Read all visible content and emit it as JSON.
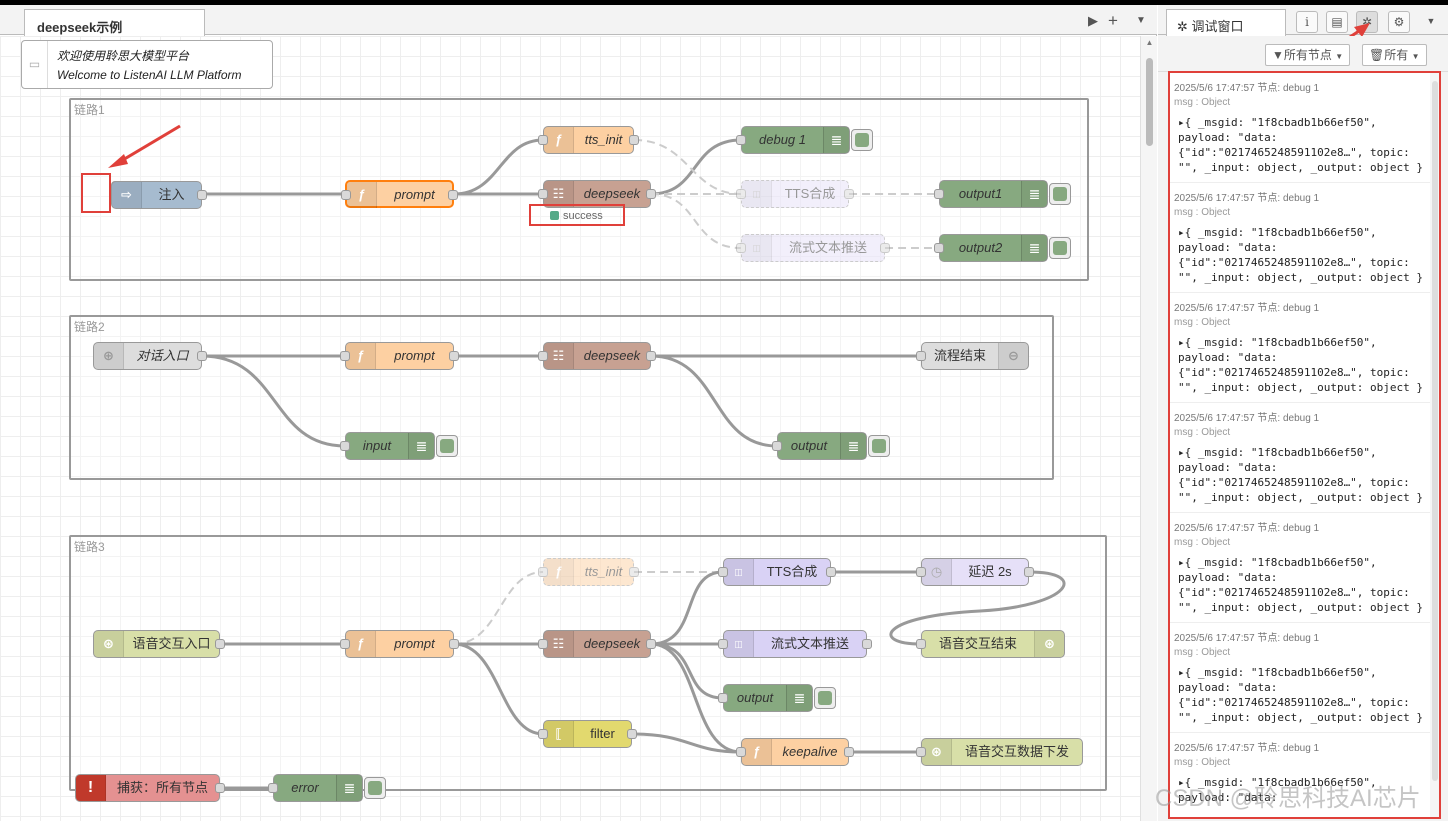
{
  "workspace": {
    "tab_title": "deepseek示例",
    "comment": {
      "line1": "欢迎使用聆思大模型平台",
      "line2": "Welcome to ListenAI LLM Platform"
    },
    "groups": [
      {
        "label": "链路1"
      },
      {
        "label": "链路2"
      },
      {
        "label": "链路3"
      }
    ],
    "nodes": {
      "g1_inject": "注入",
      "g1_prompt": "prompt",
      "g1_tts_init": "tts_init",
      "g1_deepseek": "deepseek",
      "g1_debug1": "debug 1",
      "g1_tts": "TTS合成",
      "g1_stream": "流式文本推送",
      "g1_output1": "output1",
      "g1_output2": "output2",
      "g1_status": "success",
      "g2_entry": "对话入口",
      "g2_prompt": "prompt",
      "g2_deepseek": "deepseek",
      "g2_end": "流程结束",
      "g2_input": "input",
      "g2_output": "output",
      "g3_entry": "语音交互入口",
      "g3_prompt": "prompt",
      "g3_tts_init": "tts_init",
      "g3_tts": "TTS合成",
      "g3_delay": "延迟 2s",
      "g3_deepseek": "deepseek",
      "g3_stream": "流式文本推送",
      "g3_voice_end": "语音交互结束",
      "g3_output": "output",
      "g3_filter": "filter",
      "g3_keepalive": "keepalive",
      "g3_voice_data": "语音交互数据下发",
      "catch": "捕获：所有节点",
      "error": "error"
    }
  },
  "sidebar": {
    "tab_label": "调试窗口",
    "filter_nodes": "所有节点",
    "clear_all": "所有",
    "messages": [
      {
        "meta": "2025/5/6 17:47:57   节点: debug 1",
        "type": "msg : Object",
        "l1": "{ _msgid: \"1f8cbadb1b66ef50\",",
        "l2": "payload: \"data:",
        "l3": "{\"id\":\"0217465248591102e8…\", topic:",
        "l4": "\"\", _input: object, _output: object }"
      },
      {
        "meta": "2025/5/6 17:47:57   节点: debug 1",
        "type": "msg : Object",
        "l1": "{ _msgid: \"1f8cbadb1b66ef50\",",
        "l2": "payload: \"data:",
        "l3": "{\"id\":\"0217465248591102e8…\", topic:",
        "l4": "\"\", _input: object, _output: object }"
      },
      {
        "meta": "2025/5/6 17:47:57   节点: debug 1",
        "type": "msg : Object",
        "l1": "{ _msgid: \"1f8cbadb1b66ef50\",",
        "l2": "payload: \"data:",
        "l3": "{\"id\":\"0217465248591102e8…\", topic:",
        "l4": "\"\", _input: object, _output: object }"
      },
      {
        "meta": "2025/5/6 17:47:57   节点: debug 1",
        "type": "msg : Object",
        "l1": "{ _msgid: \"1f8cbadb1b66ef50\",",
        "l2": "payload: \"data:",
        "l3": "{\"id\":\"0217465248591102e8…\", topic:",
        "l4": "\"\", _input: object, _output: object }"
      },
      {
        "meta": "2025/5/6 17:47:57   节点: debug 1",
        "type": "msg : Object",
        "l1": "{ _msgid: \"1f8cbadb1b66ef50\",",
        "l2": "payload: \"data:",
        "l3": "{\"id\":\"0217465248591102e8…\", topic:",
        "l4": "\"\", _input: object, _output: object }"
      },
      {
        "meta": "2025/5/6 17:47:57   节点: debug 1",
        "type": "msg : Object",
        "l1": "{ _msgid: \"1f8cbadb1b66ef50\",",
        "l2": "payload: \"data:",
        "l3": "{\"id\":\"0217465248591102e8…\", topic:",
        "l4": "\"\", _input: object, _output: object }"
      },
      {
        "meta": "2025/5/6 17:47:57   节点: debug 1",
        "type": "msg : Object",
        "l1": "{ _msgid: \"1f8cbadb1b66ef50\",",
        "l2": "payload: \"data:",
        "l3": "",
        "l4": ""
      }
    ]
  },
  "watermark": "CSDN @聆思科技AI芯片",
  "colors": {
    "inject": "#a6bbcf",
    "function": "#fdd0a2",
    "llm": "#c7a192",
    "debug": "#87a980",
    "tts": "#e6e0f8",
    "link": "#dddddd",
    "voice": "#d8dfa8",
    "filter": "#e2d96e",
    "catch": "#e49191",
    "annotation": "#e0403a"
  },
  "icons": [
    "arrow-right-icon",
    "function-icon",
    "llm-icon",
    "list-icon",
    "audio-icon",
    "link-icon",
    "globe-icon",
    "clock-icon",
    "alert-icon",
    "filter-icon",
    "info-icon",
    "book-icon",
    "bug-icon",
    "gear-icon",
    "funnel-icon",
    "trash-icon",
    "comment-icon"
  ]
}
